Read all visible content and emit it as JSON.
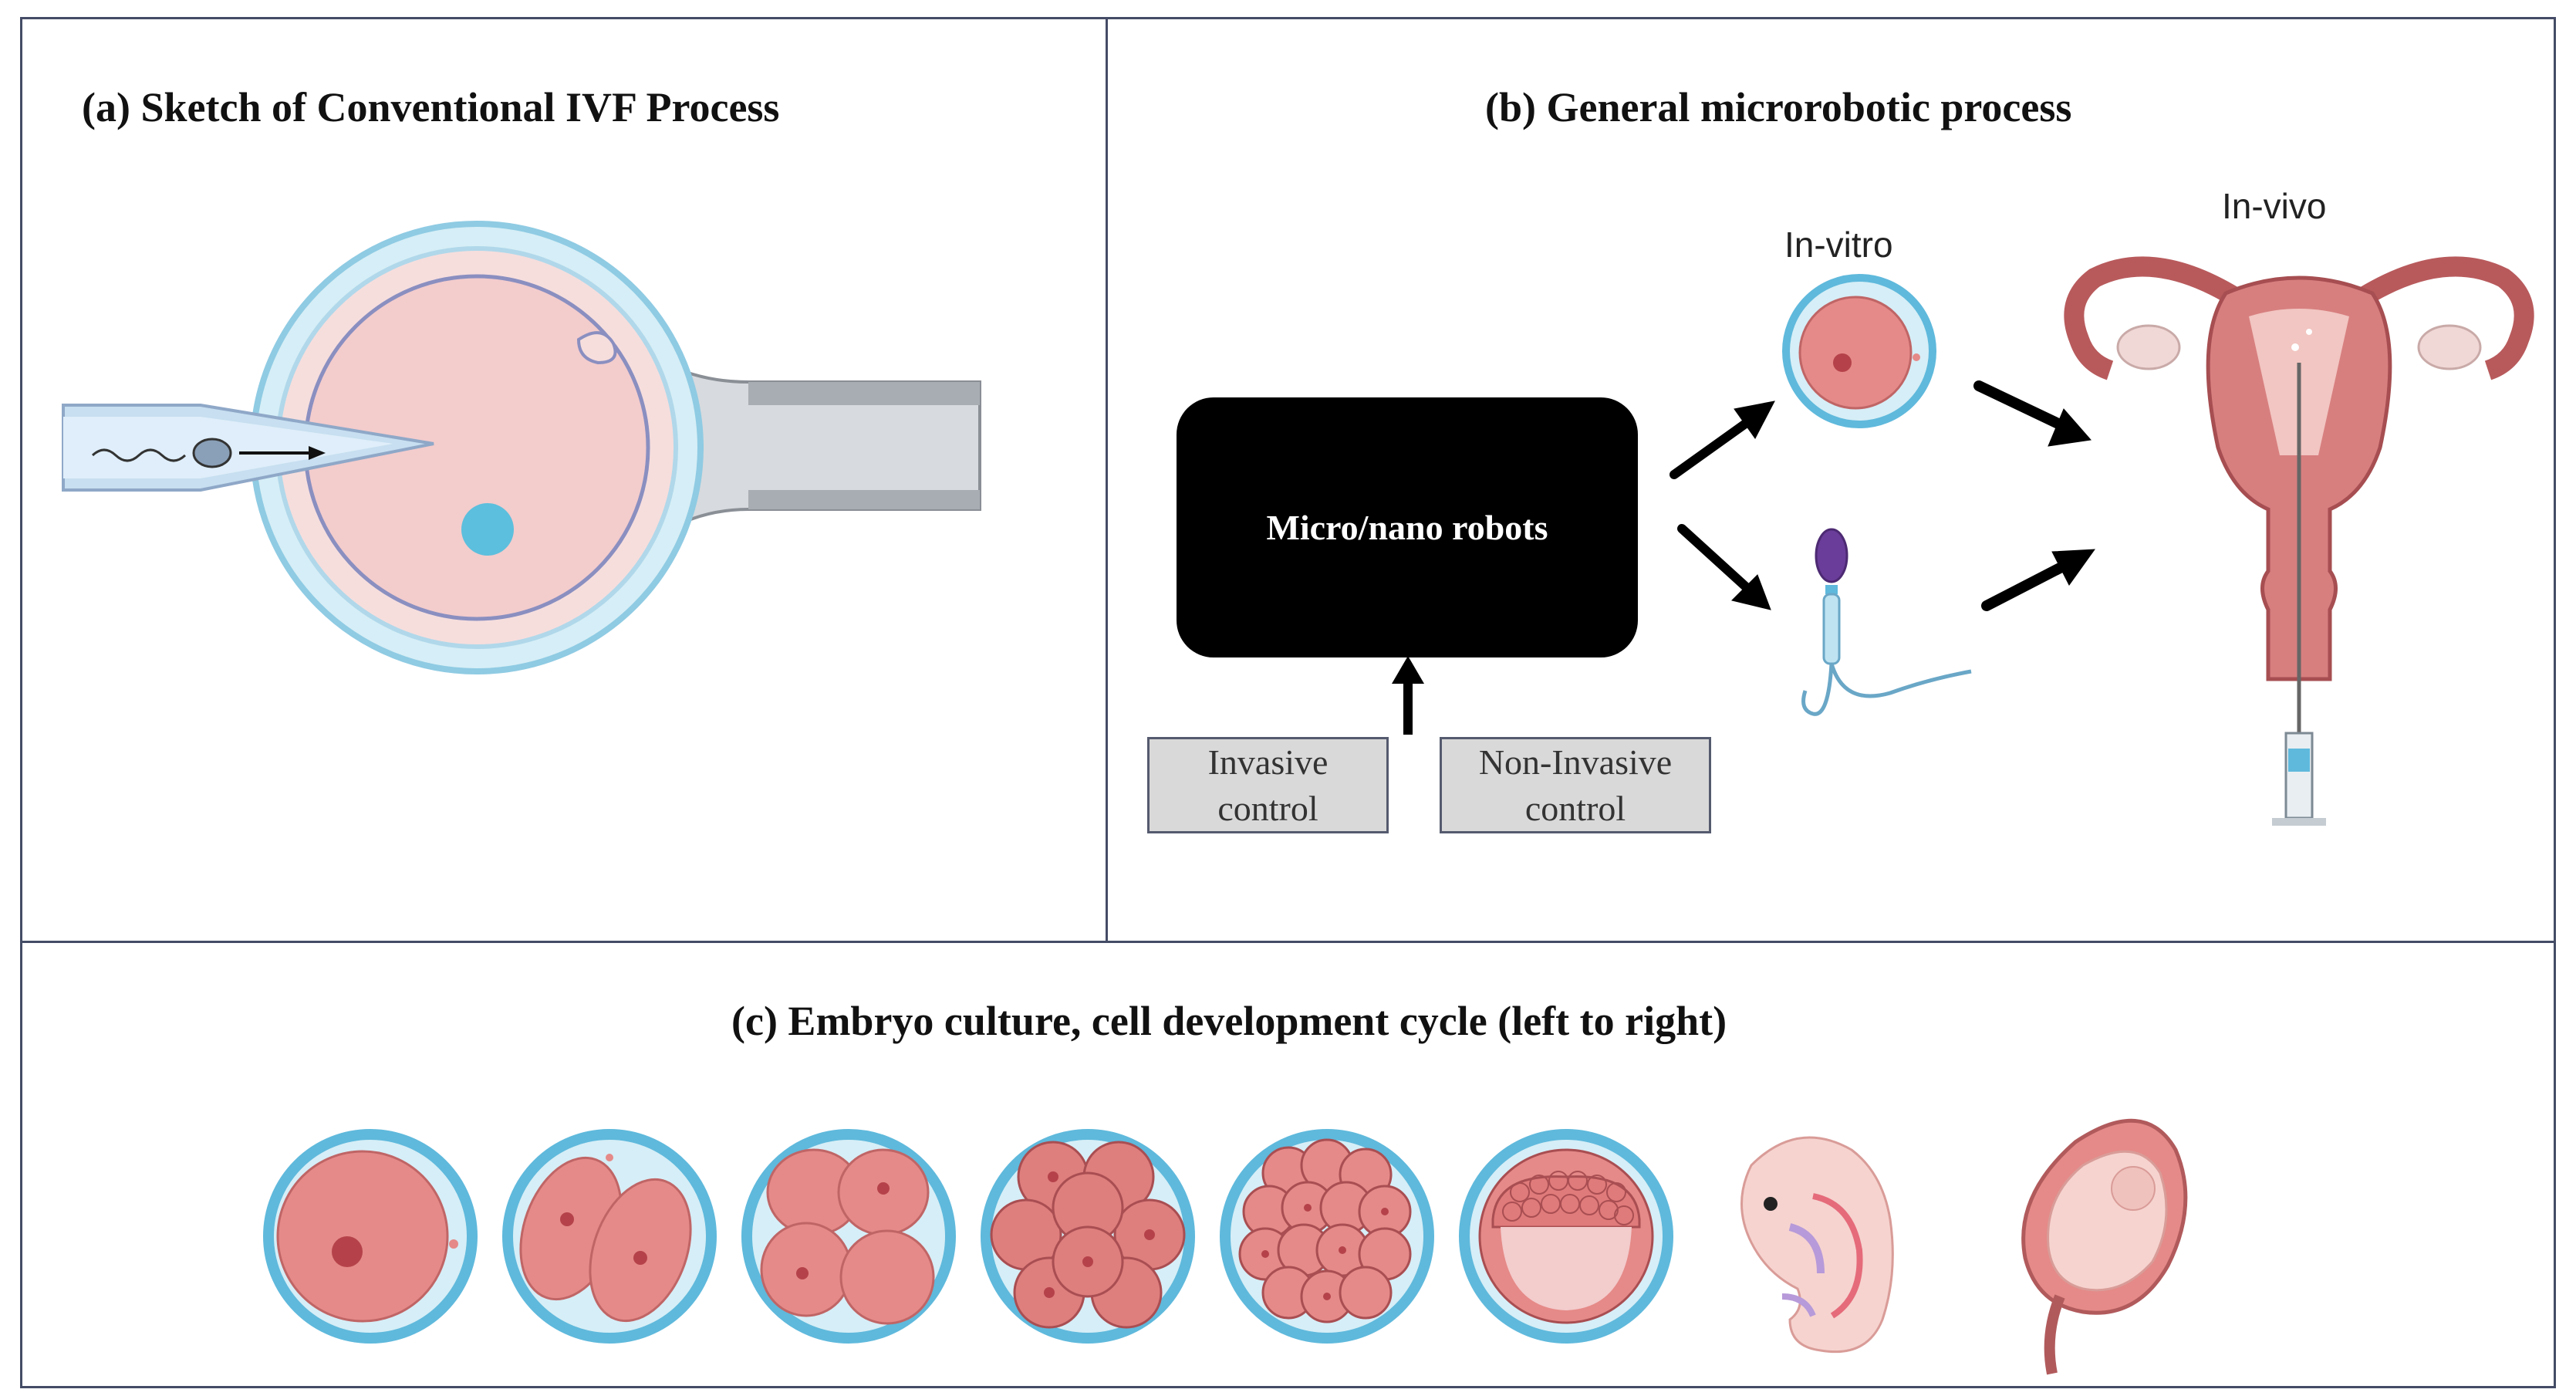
{
  "panel_a": {
    "title": "(a) Sketch of Conventional IVF Process"
  },
  "panel_b": {
    "title": "(b) General microrobotic process",
    "robot_label": "Micro/nano robots",
    "in_vitro": "In-vitro",
    "in_vivo": "In-vivo",
    "invasive_control": "Invasive control",
    "non_invasive_control": "Non-Invasive control"
  },
  "panel_c": {
    "title": "(c) Embryo culture, cell development cycle (left to right)",
    "stages": [
      "zygote",
      "2-cell",
      "4-cell",
      "8-cell",
      "morula",
      "blastocyst",
      "embryo",
      "fetus"
    ]
  },
  "colors": {
    "border": "#444c66",
    "zona": "#6cc0e0",
    "cell": "#e58a88",
    "cell_light": "#f5c9c4",
    "nucleus": "#b5424a",
    "background_fluid": "#d6eef7"
  }
}
